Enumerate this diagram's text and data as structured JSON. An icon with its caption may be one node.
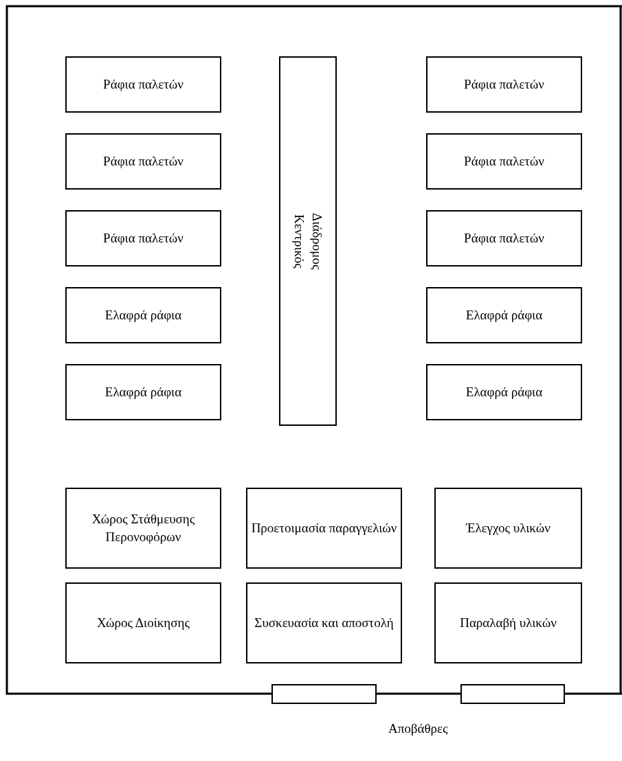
{
  "diagram": {
    "nodes": [
      {
        "text": [
          "Ράφια παλετών"
        ]
      },
      {
        "text": [
          "Κεντρικός Διάδρομος"
        ]
      },
      {
        "text": [
          "Ράφια παλετών"
        ]
      },
      {
        "text": [
          "Ράφια παλετών"
        ]
      },
      {
        "text": [
          "Ράφια παλετών"
        ]
      },
      {
        "text": [
          "Ράφια παλετών"
        ]
      },
      {
        "text": [
          "Ράφια παλετών"
        ]
      },
      {
        "text": [
          "Ελαφρά ράφια"
        ]
      },
      {
        "text": [
          "Ελαφρά ράφια"
        ]
      },
      {
        "text": [
          "Ελαφρά ράφια"
        ]
      },
      {
        "text": [
          "Ελαφρά ράφια"
        ]
      },
      {
        "text": [
          "Χώρος Στάθμευσης Περονοφόρων"
        ]
      },
      {
        "text": [
          "Προετοιμασία παραγγελιών"
        ]
      },
      {
        "text": [
          "Έλεγχος υλικών"
        ]
      },
      {
        "text": [
          "Χώρος Διοίκησης"
        ]
      },
      {
        "text": [
          "Συσκευασία και αποστολή"
        ]
      },
      {
        "text": [
          "Παραλαβή υλικών"
        ]
      },
      {
        "text": [],
        "shape": "box"
      },
      {
        "text": [],
        "shape": "box"
      }
    ],
    "edges": [],
    "labels": [
      "Αποβάθρες"
    ]
  }
}
